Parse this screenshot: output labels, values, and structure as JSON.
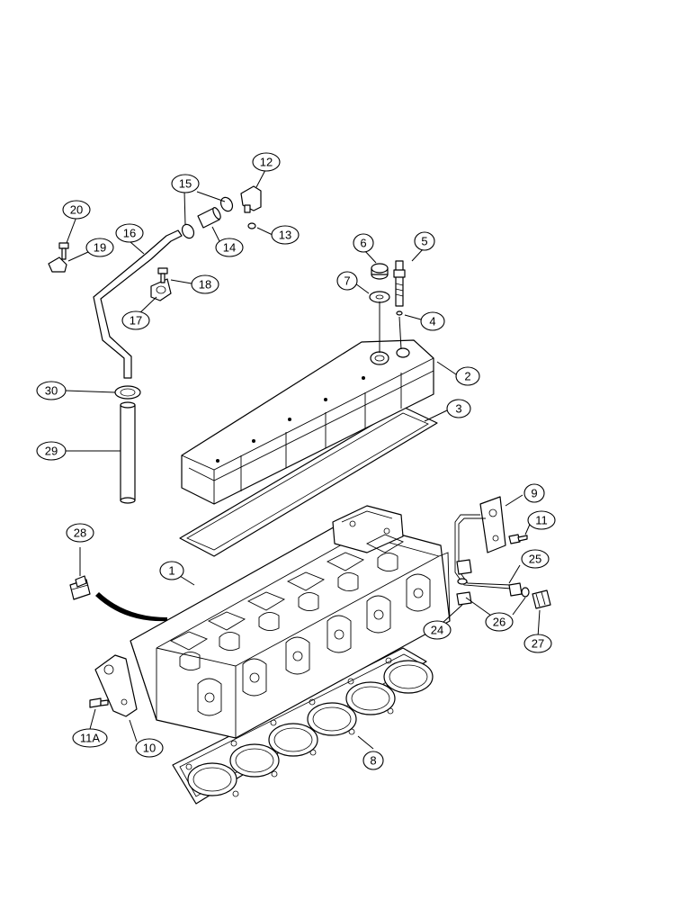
{
  "callouts": [
    {
      "id": "c1",
      "label": "1"
    },
    {
      "id": "c2",
      "label": "2"
    },
    {
      "id": "c3",
      "label": "3"
    },
    {
      "id": "c4",
      "label": "4"
    },
    {
      "id": "c5",
      "label": "5"
    },
    {
      "id": "c6",
      "label": "6"
    },
    {
      "id": "c7",
      "label": "7"
    },
    {
      "id": "c8",
      "label": "8"
    },
    {
      "id": "c9",
      "label": "9"
    },
    {
      "id": "c10",
      "label": "10"
    },
    {
      "id": "c11",
      "label": "11"
    },
    {
      "id": "c11a",
      "label": "11A"
    },
    {
      "id": "c12",
      "label": "12"
    },
    {
      "id": "c13",
      "label": "13"
    },
    {
      "id": "c14",
      "label": "14"
    },
    {
      "id": "c15",
      "label": "15"
    },
    {
      "id": "c16",
      "label": "16"
    },
    {
      "id": "c17",
      "label": "17"
    },
    {
      "id": "c18",
      "label": "18"
    },
    {
      "id": "c19",
      "label": "19"
    },
    {
      "id": "c20",
      "label": "20"
    },
    {
      "id": "c24",
      "label": "24"
    },
    {
      "id": "c25",
      "label": "25"
    },
    {
      "id": "c26",
      "label": "26"
    },
    {
      "id": "c27",
      "label": "27"
    },
    {
      "id": "c28",
      "label": "28"
    },
    {
      "id": "c29",
      "label": "29"
    },
    {
      "id": "c30",
      "label": "30"
    }
  ]
}
